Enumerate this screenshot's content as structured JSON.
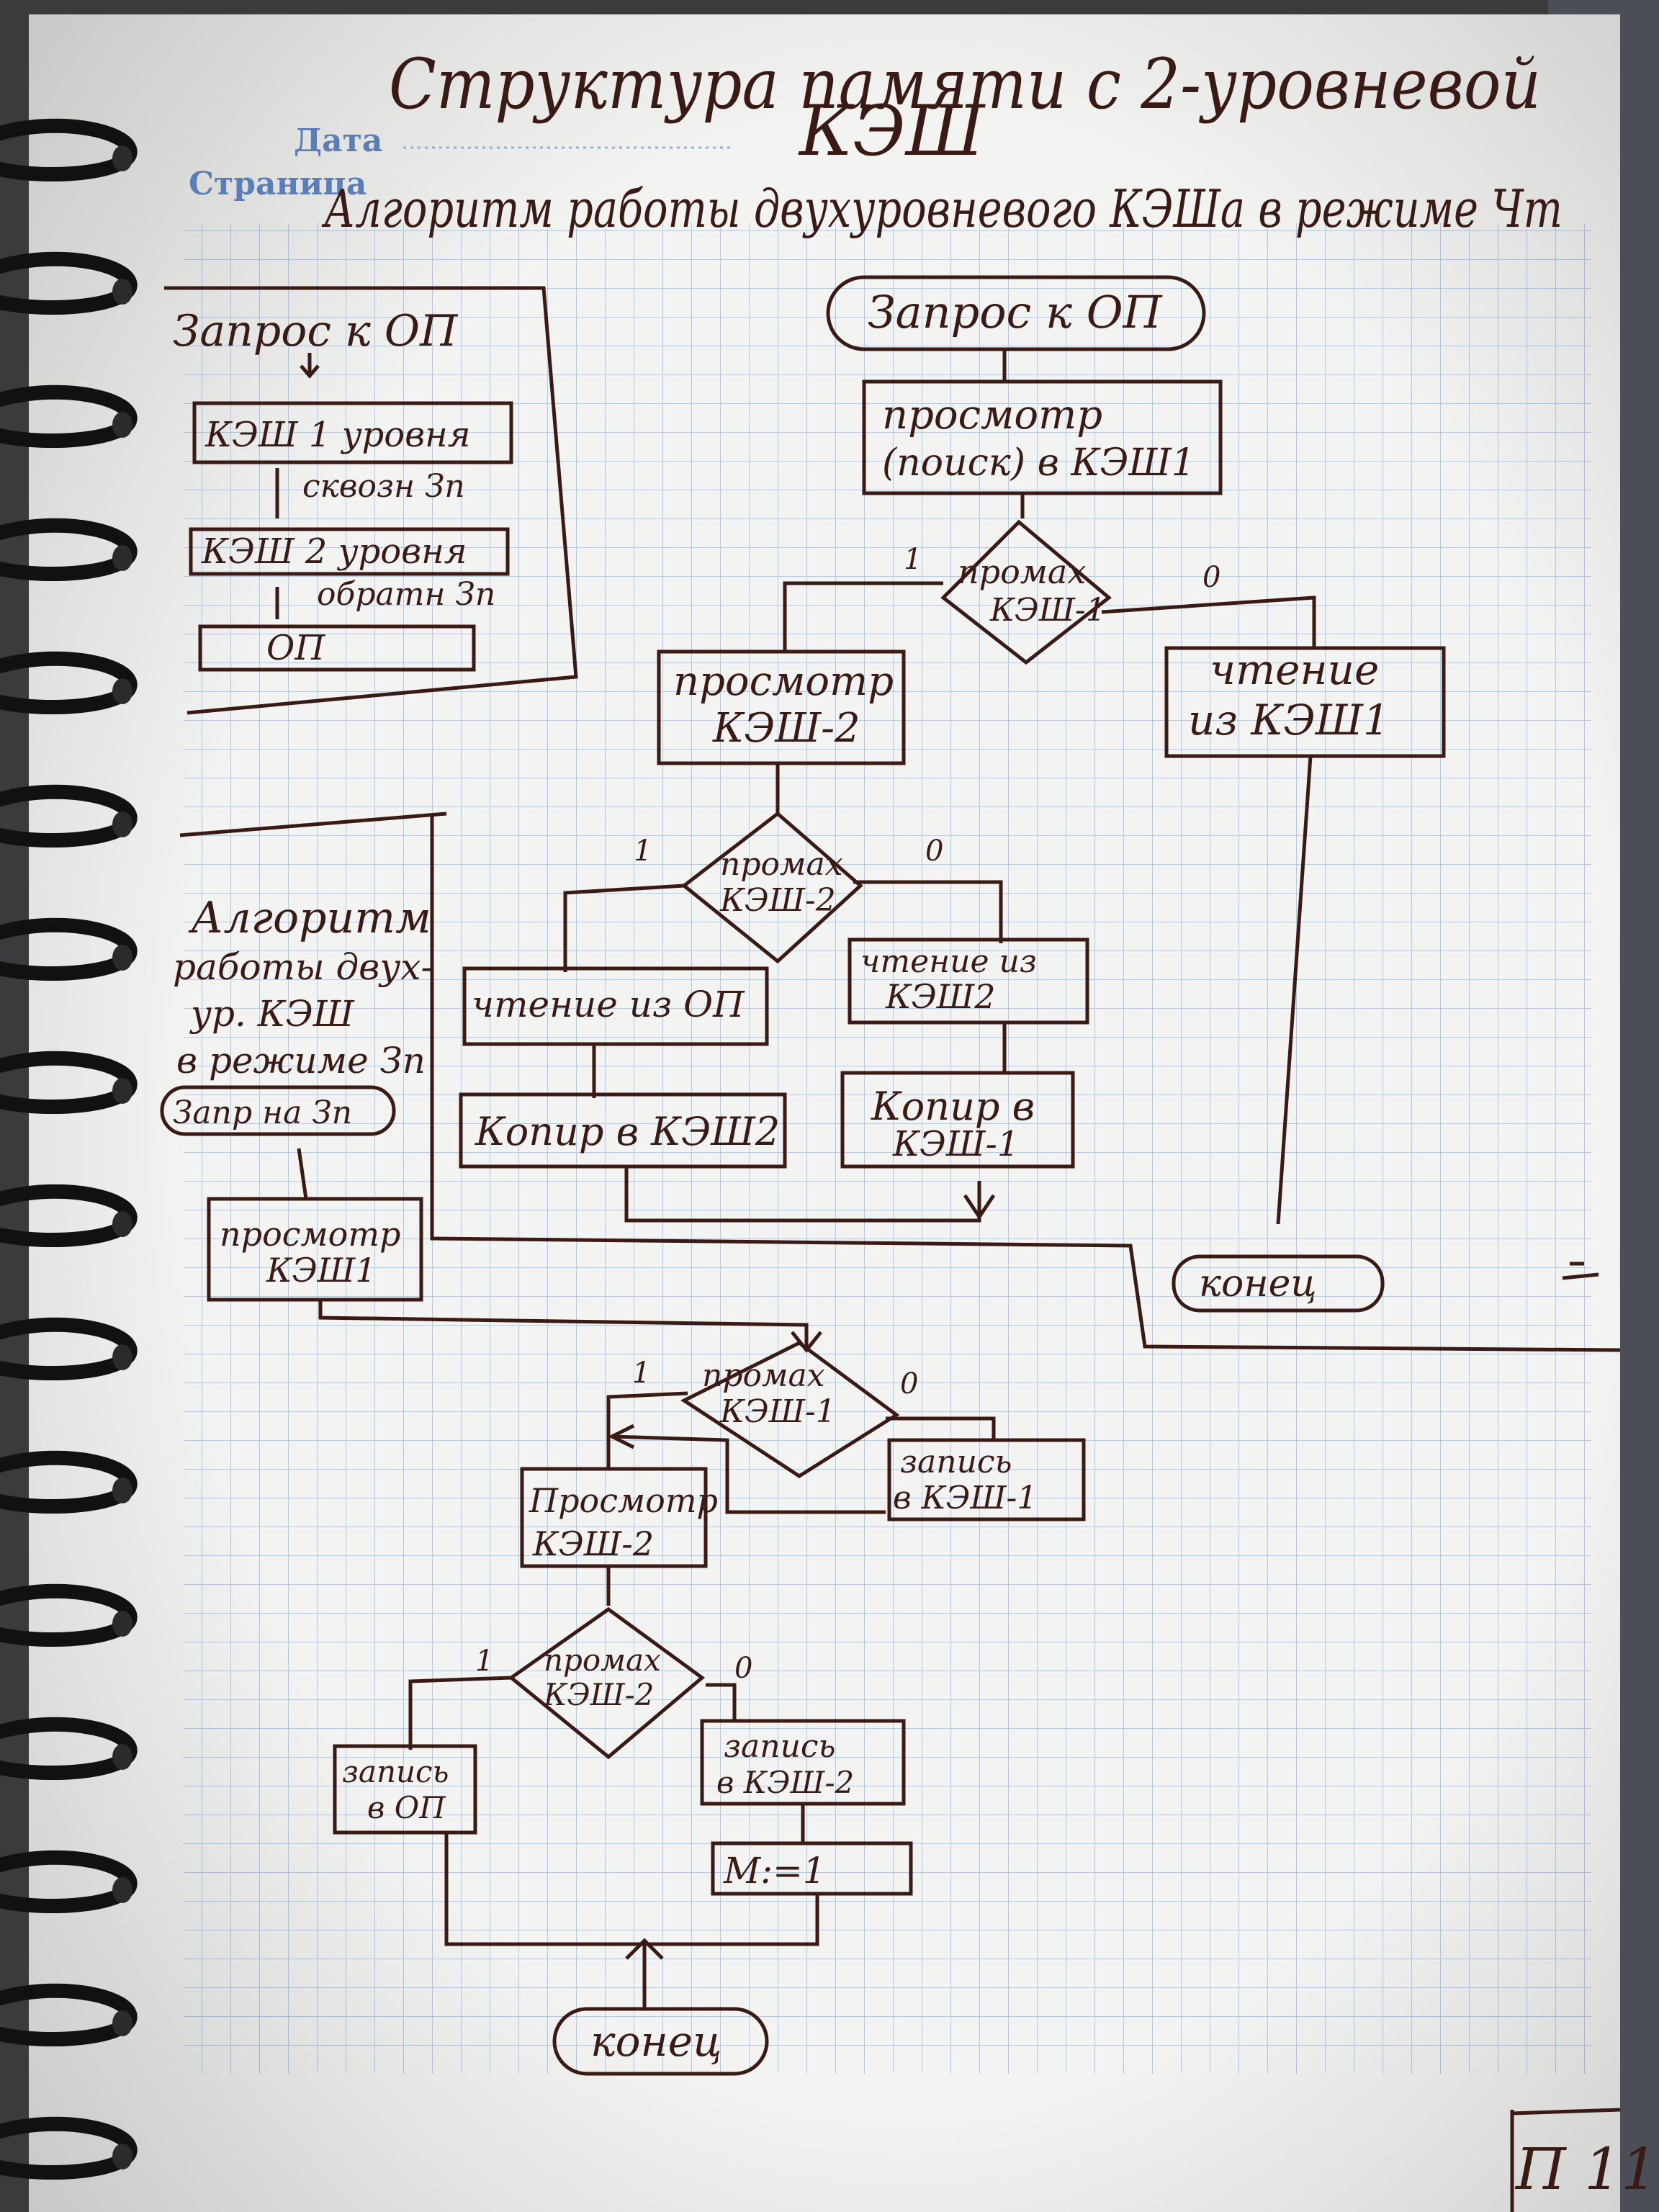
{
  "page": {
    "header": {
      "title_line1": "Структура памяти с 2-уровневой",
      "title_line2": "КЭШ",
      "subtitle": "Алгоритм работы двухуровневого КЭШа в режиме Чт",
      "date_label": "Дата",
      "page_label": "Страница"
    },
    "memory_structure": {
      "request": "Запрос к ОП",
      "level1": "КЭШ 1 уровня",
      "link1": "сквозн Зп",
      "level2": "КЭШ 2 уровня",
      "link2": "обратн Зп",
      "ram": "ОП"
    },
    "read_algorithm": {
      "start": "Запрос к ОП",
      "view_cache1": [
        "просмотр",
        "(поиск) в КЭШ1"
      ],
      "miss1": [
        "промах",
        "КЭШ-1"
      ],
      "read_cache1": [
        "чтение",
        "из КЭШ1"
      ],
      "view_cache2": [
        "просмотр",
        "КЭШ-2"
      ],
      "miss2": [
        "промах",
        "КЭШ-2"
      ],
      "read_ram": "чтение из ОП",
      "read_cache2": [
        "чтение из",
        "КЭШ2"
      ],
      "copy_to_cache2": "Копир в КЭШ2",
      "copy_to_cache1": [
        "Копир в",
        "КЭШ-1"
      ],
      "end": "конец",
      "label_one": "1",
      "label_zero": "0"
    },
    "write_algorithm": {
      "caption": [
        "Алгоритм",
        "работы двух-",
        "ур. КЭШ",
        "в режиме Зп"
      ],
      "start": "Запр на Зп",
      "view_cache1": [
        "просмотр",
        "КЭШ1"
      ],
      "miss1": [
        "промах",
        "КЭШ-1"
      ],
      "write_cache1": [
        "запись",
        "в КЭШ-1"
      ],
      "view_cache2": [
        "Просмотр",
        "КЭШ-2"
      ],
      "miss2": [
        "промах",
        "КЭШ-2"
      ],
      "write_ram": [
        "запись",
        "в ОП"
      ],
      "write_cache2": [
        "запись",
        "в КЭШ-2"
      ],
      "assign": "M:=1",
      "end": "конец",
      "label_one": "1",
      "label_zero": "0"
    },
    "page_number": "П 11"
  },
  "colors": {
    "paper": "#f3f3f1",
    "grid": "#a9bfd9",
    "ink": "#3a1a14",
    "printed_blue": "#5a7fb8",
    "binding": "#111111"
  }
}
